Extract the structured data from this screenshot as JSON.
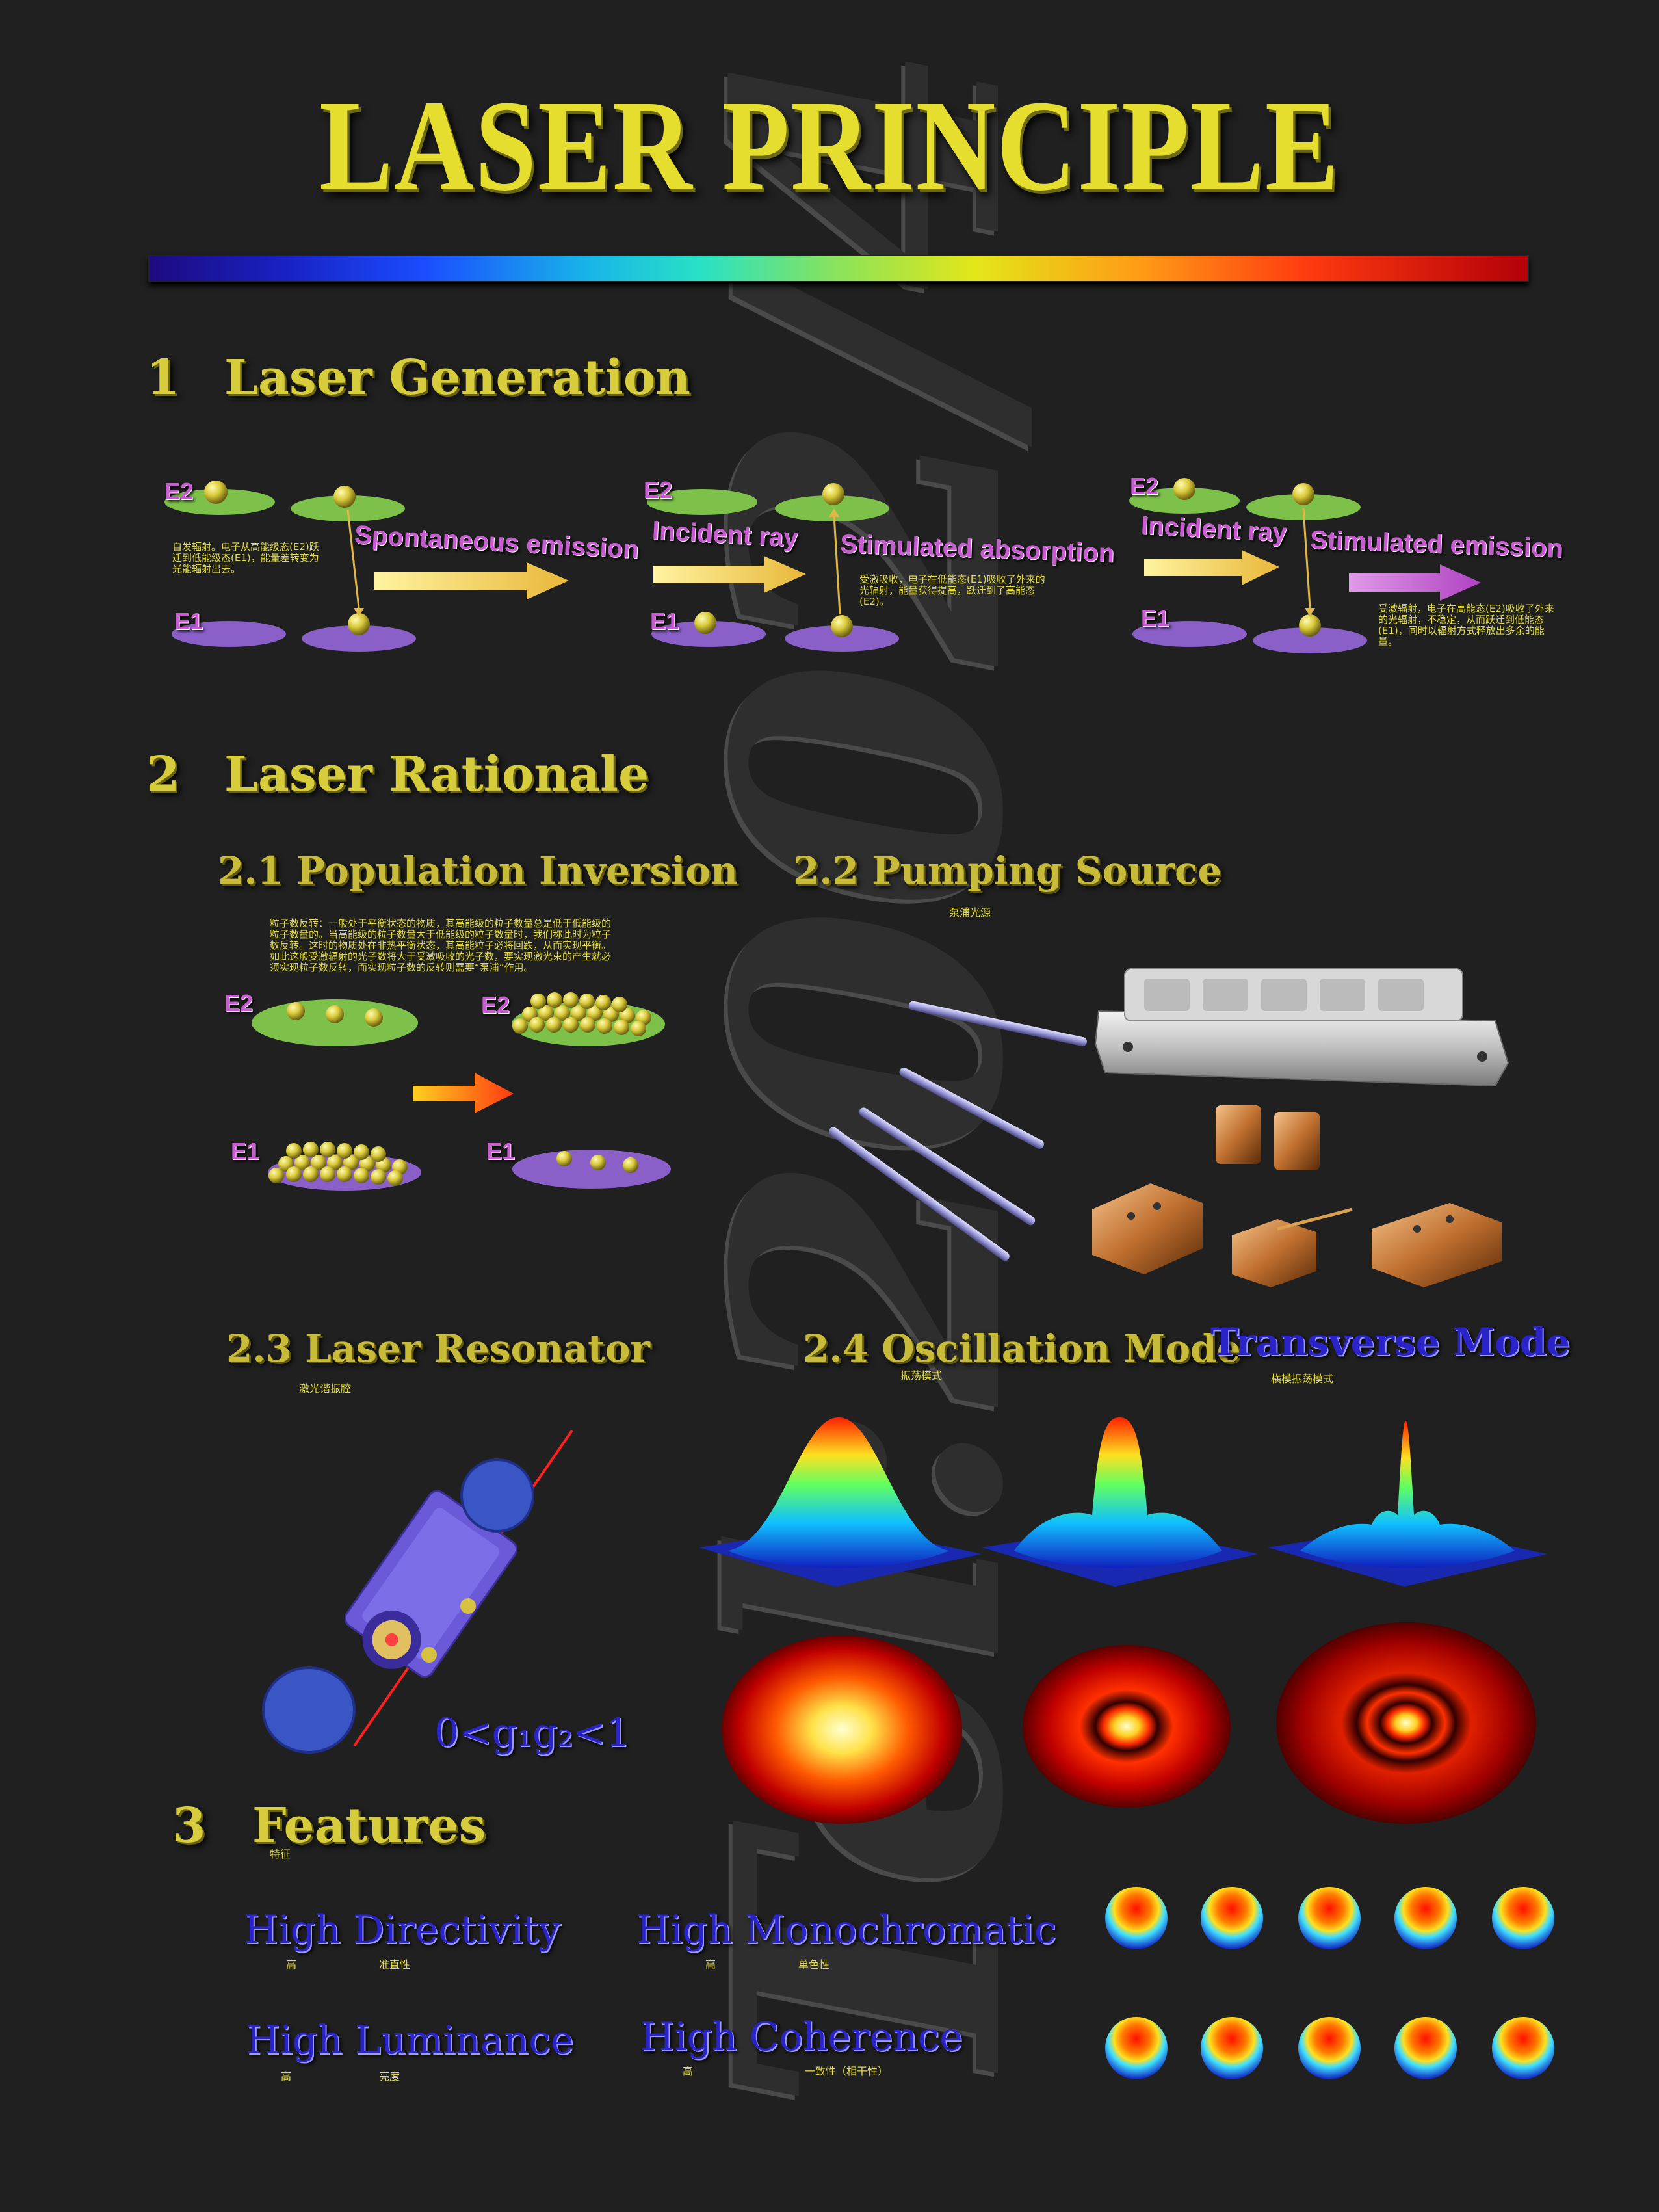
{
  "title": "LASER PRINCIPLE",
  "watermark": "Tel:2002/4",
  "section1": {
    "heading_num": "1",
    "heading": "Laser Generation",
    "spontaneous": {
      "E2": "E2",
      "E1": "E1",
      "label": "Spontaneous emission",
      "note": "自发辐射。电子从高能级态(E2)跃迁到低能级态(E1)，能量差转变为光能辐射出去。"
    },
    "absorption": {
      "E2": "E2",
      "E1": "E1",
      "incident": "Incident ray",
      "label": "Stimulated absorption",
      "note": "受激吸收，电子在低能态(E1)吸收了外来的光辐射，能量获得提高，跃迁到了高能态(E2)。"
    },
    "emission": {
      "E2": "E2",
      "E1": "E1",
      "incident": "Incident ray",
      "label": "Stimulated emission",
      "note": "受激辐射，电子在高能态(E2)吸收了外来的光辐射，不稳定，从而跃迁到低能态(E1)，同时以辐射方式释放出多余的能量。"
    }
  },
  "section2": {
    "heading_num": "2",
    "heading": "Laser Rationale",
    "inversion": {
      "title": "2.1 Population Inversion",
      "note": "粒子数反转：一般处于平衡状态的物质，其高能级的粒子数量总是低于低能级的粒子数量的。当高能级的粒子数量大于低能级的粒子数量时，我们称此时为粒子数反转。这时的物质处在非热平衡状态，其高能粒子必将回跌，从而实现平衡。如此这般受激辐射的光子数将大于受激吸收的光子数，要实现激光束的产生就必须实现粒子数反转，而实现粒子数的反转则需要“泵浦”作用。",
      "E2a": "E2",
      "E1a": "E1",
      "E2b": "E2",
      "E1b": "E1"
    },
    "pumping": {
      "title": "2.2 Pumping Source",
      "sub": "泵浦光源"
    },
    "resonator": {
      "title": "2.3 Laser Resonator",
      "sub": "激光谐振腔",
      "formula": "0<g₁g₂<1"
    },
    "oscillation": {
      "title": "2.4 Oscillation Mode",
      "sub": "振荡模式"
    },
    "transverse": {
      "title": "Transverse Mode",
      "sub": "横模振荡模式"
    }
  },
  "section3": {
    "heading_num": "3",
    "heading": "Features",
    "sub": "特征",
    "features": [
      {
        "label": "High Directivity",
        "c1": "高",
        "c2": "准直性"
      },
      {
        "label": "High Monochromatic",
        "c1": "高",
        "c2": "单色性"
      },
      {
        "label": "High Luminance",
        "c1": "高",
        "c2": "亮度"
      },
      {
        "label": "High Coherence",
        "c1": "高",
        "c2": "一致性（相干性）"
      }
    ]
  },
  "colors": {
    "title": "#e6de2e",
    "heading": "#d7cc3c",
    "feature": "#2a23c8",
    "level_e2": "#7ec14a",
    "level_e1": "#8a5fc8"
  }
}
